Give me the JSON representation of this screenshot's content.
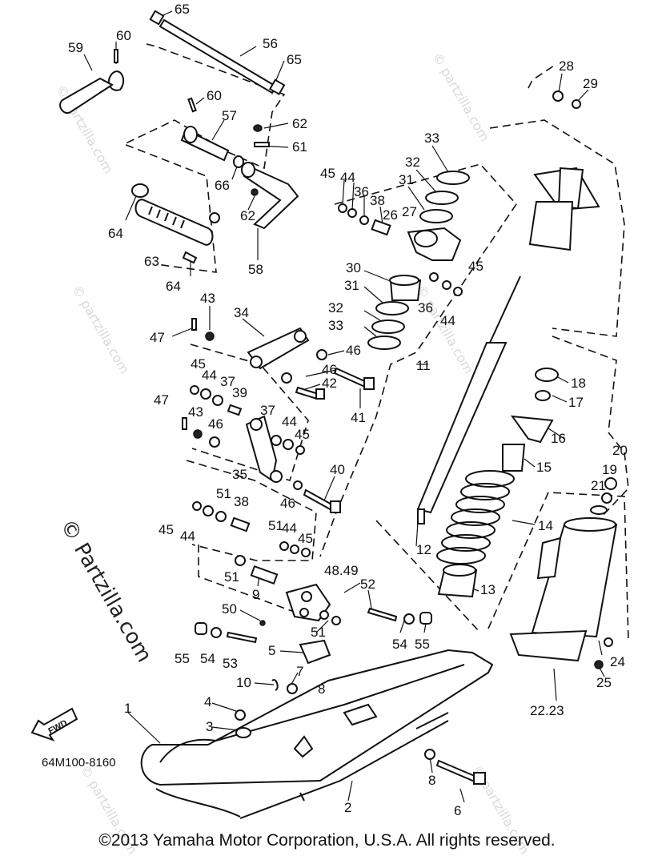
{
  "diagram": {
    "ref_code": "64M100-8160",
    "direction_label": "FWD",
    "copyright": "©2013  Yamaha Motor Corporation, U.S.A. All rights reserved.",
    "watermark_side": "© Partzilla.com",
    "watermark_small": "© partzilla.com"
  },
  "callouts": [
    {
      "id": "c1",
      "text": "65"
    },
    {
      "id": "c2",
      "text": "60"
    },
    {
      "id": "c3",
      "text": "59"
    },
    {
      "id": "c4",
      "text": "56"
    },
    {
      "id": "c5",
      "text": "65"
    },
    {
      "id": "c6",
      "text": "60"
    },
    {
      "id": "c7",
      "text": "57"
    },
    {
      "id": "c8",
      "text": "62"
    },
    {
      "id": "c9",
      "text": "61"
    },
    {
      "id": "c10",
      "text": "66"
    },
    {
      "id": "c11",
      "text": "62"
    },
    {
      "id": "c12",
      "text": "64"
    },
    {
      "id": "c13",
      "text": "63"
    },
    {
      "id": "c14",
      "text": "64"
    },
    {
      "id": "c15",
      "text": "58"
    },
    {
      "id": "c16",
      "text": "28"
    },
    {
      "id": "c17",
      "text": "29"
    },
    {
      "id": "c18",
      "text": "33"
    },
    {
      "id": "c19",
      "text": "32"
    },
    {
      "id": "c20",
      "text": "31"
    },
    {
      "id": "c21",
      "text": "45"
    },
    {
      "id": "c22",
      "text": "44"
    },
    {
      "id": "c23",
      "text": "36"
    },
    {
      "id": "c24",
      "text": "38"
    },
    {
      "id": "c25",
      "text": "26"
    },
    {
      "id": "c26",
      "text": "27"
    },
    {
      "id": "c27",
      "text": "45"
    },
    {
      "id": "c28",
      "text": "30"
    },
    {
      "id": "c29",
      "text": "31"
    },
    {
      "id": "c30",
      "text": "36"
    },
    {
      "id": "c31",
      "text": "44"
    },
    {
      "id": "c32",
      "text": "32"
    },
    {
      "id": "c33",
      "text": "33"
    },
    {
      "id": "c34",
      "text": "43"
    },
    {
      "id": "c35",
      "text": "34"
    },
    {
      "id": "c36",
      "text": "47"
    },
    {
      "id": "c37",
      "text": "46"
    },
    {
      "id": "c38",
      "text": "46"
    },
    {
      "id": "c39",
      "text": "11"
    },
    {
      "id": "c40",
      "text": "45"
    },
    {
      "id": "c41",
      "text": "44"
    },
    {
      "id": "c42",
      "text": "37"
    },
    {
      "id": "c43",
      "text": "39"
    },
    {
      "id": "c44",
      "text": "42"
    },
    {
      "id": "c45",
      "text": "41"
    },
    {
      "id": "c46",
      "text": "18"
    },
    {
      "id": "c47",
      "text": "17"
    },
    {
      "id": "c48",
      "text": "47"
    },
    {
      "id": "c49",
      "text": "43"
    },
    {
      "id": "c50",
      "text": "46"
    },
    {
      "id": "c51",
      "text": "37"
    },
    {
      "id": "c52",
      "text": "44"
    },
    {
      "id": "c53",
      "text": "45"
    },
    {
      "id": "c54",
      "text": "16"
    },
    {
      "id": "c55",
      "text": "15"
    },
    {
      "id": "c56",
      "text": "20"
    },
    {
      "id": "c57",
      "text": "19"
    },
    {
      "id": "c58",
      "text": "21"
    },
    {
      "id": "c59",
      "text": "35"
    },
    {
      "id": "c60",
      "text": "40"
    },
    {
      "id": "c61",
      "text": "51"
    },
    {
      "id": "c62",
      "text": "38"
    },
    {
      "id": "c63",
      "text": "46"
    },
    {
      "id": "c64",
      "text": "45"
    },
    {
      "id": "c65",
      "text": "44"
    },
    {
      "id": "c66",
      "text": "51"
    },
    {
      "id": "c67",
      "text": "44"
    },
    {
      "id": "c68",
      "text": "45"
    },
    {
      "id": "c69",
      "text": "14"
    },
    {
      "id": "c70",
      "text": "12"
    },
    {
      "id": "c71",
      "text": "51"
    },
    {
      "id": "c72",
      "text": "9"
    },
    {
      "id": "c73",
      "text": "48.49"
    },
    {
      "id": "c74",
      "text": "52"
    },
    {
      "id": "c75",
      "text": "13"
    },
    {
      "id": "c76",
      "text": "50"
    },
    {
      "id": "c77",
      "text": "51"
    },
    {
      "id": "c78",
      "text": "54"
    },
    {
      "id": "c79",
      "text": "55"
    },
    {
      "id": "c80",
      "text": "55"
    },
    {
      "id": "c81",
      "text": "54"
    },
    {
      "id": "c82",
      "text": "53"
    },
    {
      "id": "c83",
      "text": "5"
    },
    {
      "id": "c84",
      "text": "7"
    },
    {
      "id": "c85",
      "text": "10"
    },
    {
      "id": "c86",
      "text": "8"
    },
    {
      "id": "c87",
      "text": "24"
    },
    {
      "id": "c88",
      "text": "25"
    },
    {
      "id": "c89",
      "text": "1"
    },
    {
      "id": "c90",
      "text": "4"
    },
    {
      "id": "c91",
      "text": "3"
    },
    {
      "id": "c92",
      "text": "22.23"
    },
    {
      "id": "c93",
      "text": "8"
    },
    {
      "id": "c94",
      "text": "2"
    },
    {
      "id": "c95",
      "text": "6"
    }
  ]
}
